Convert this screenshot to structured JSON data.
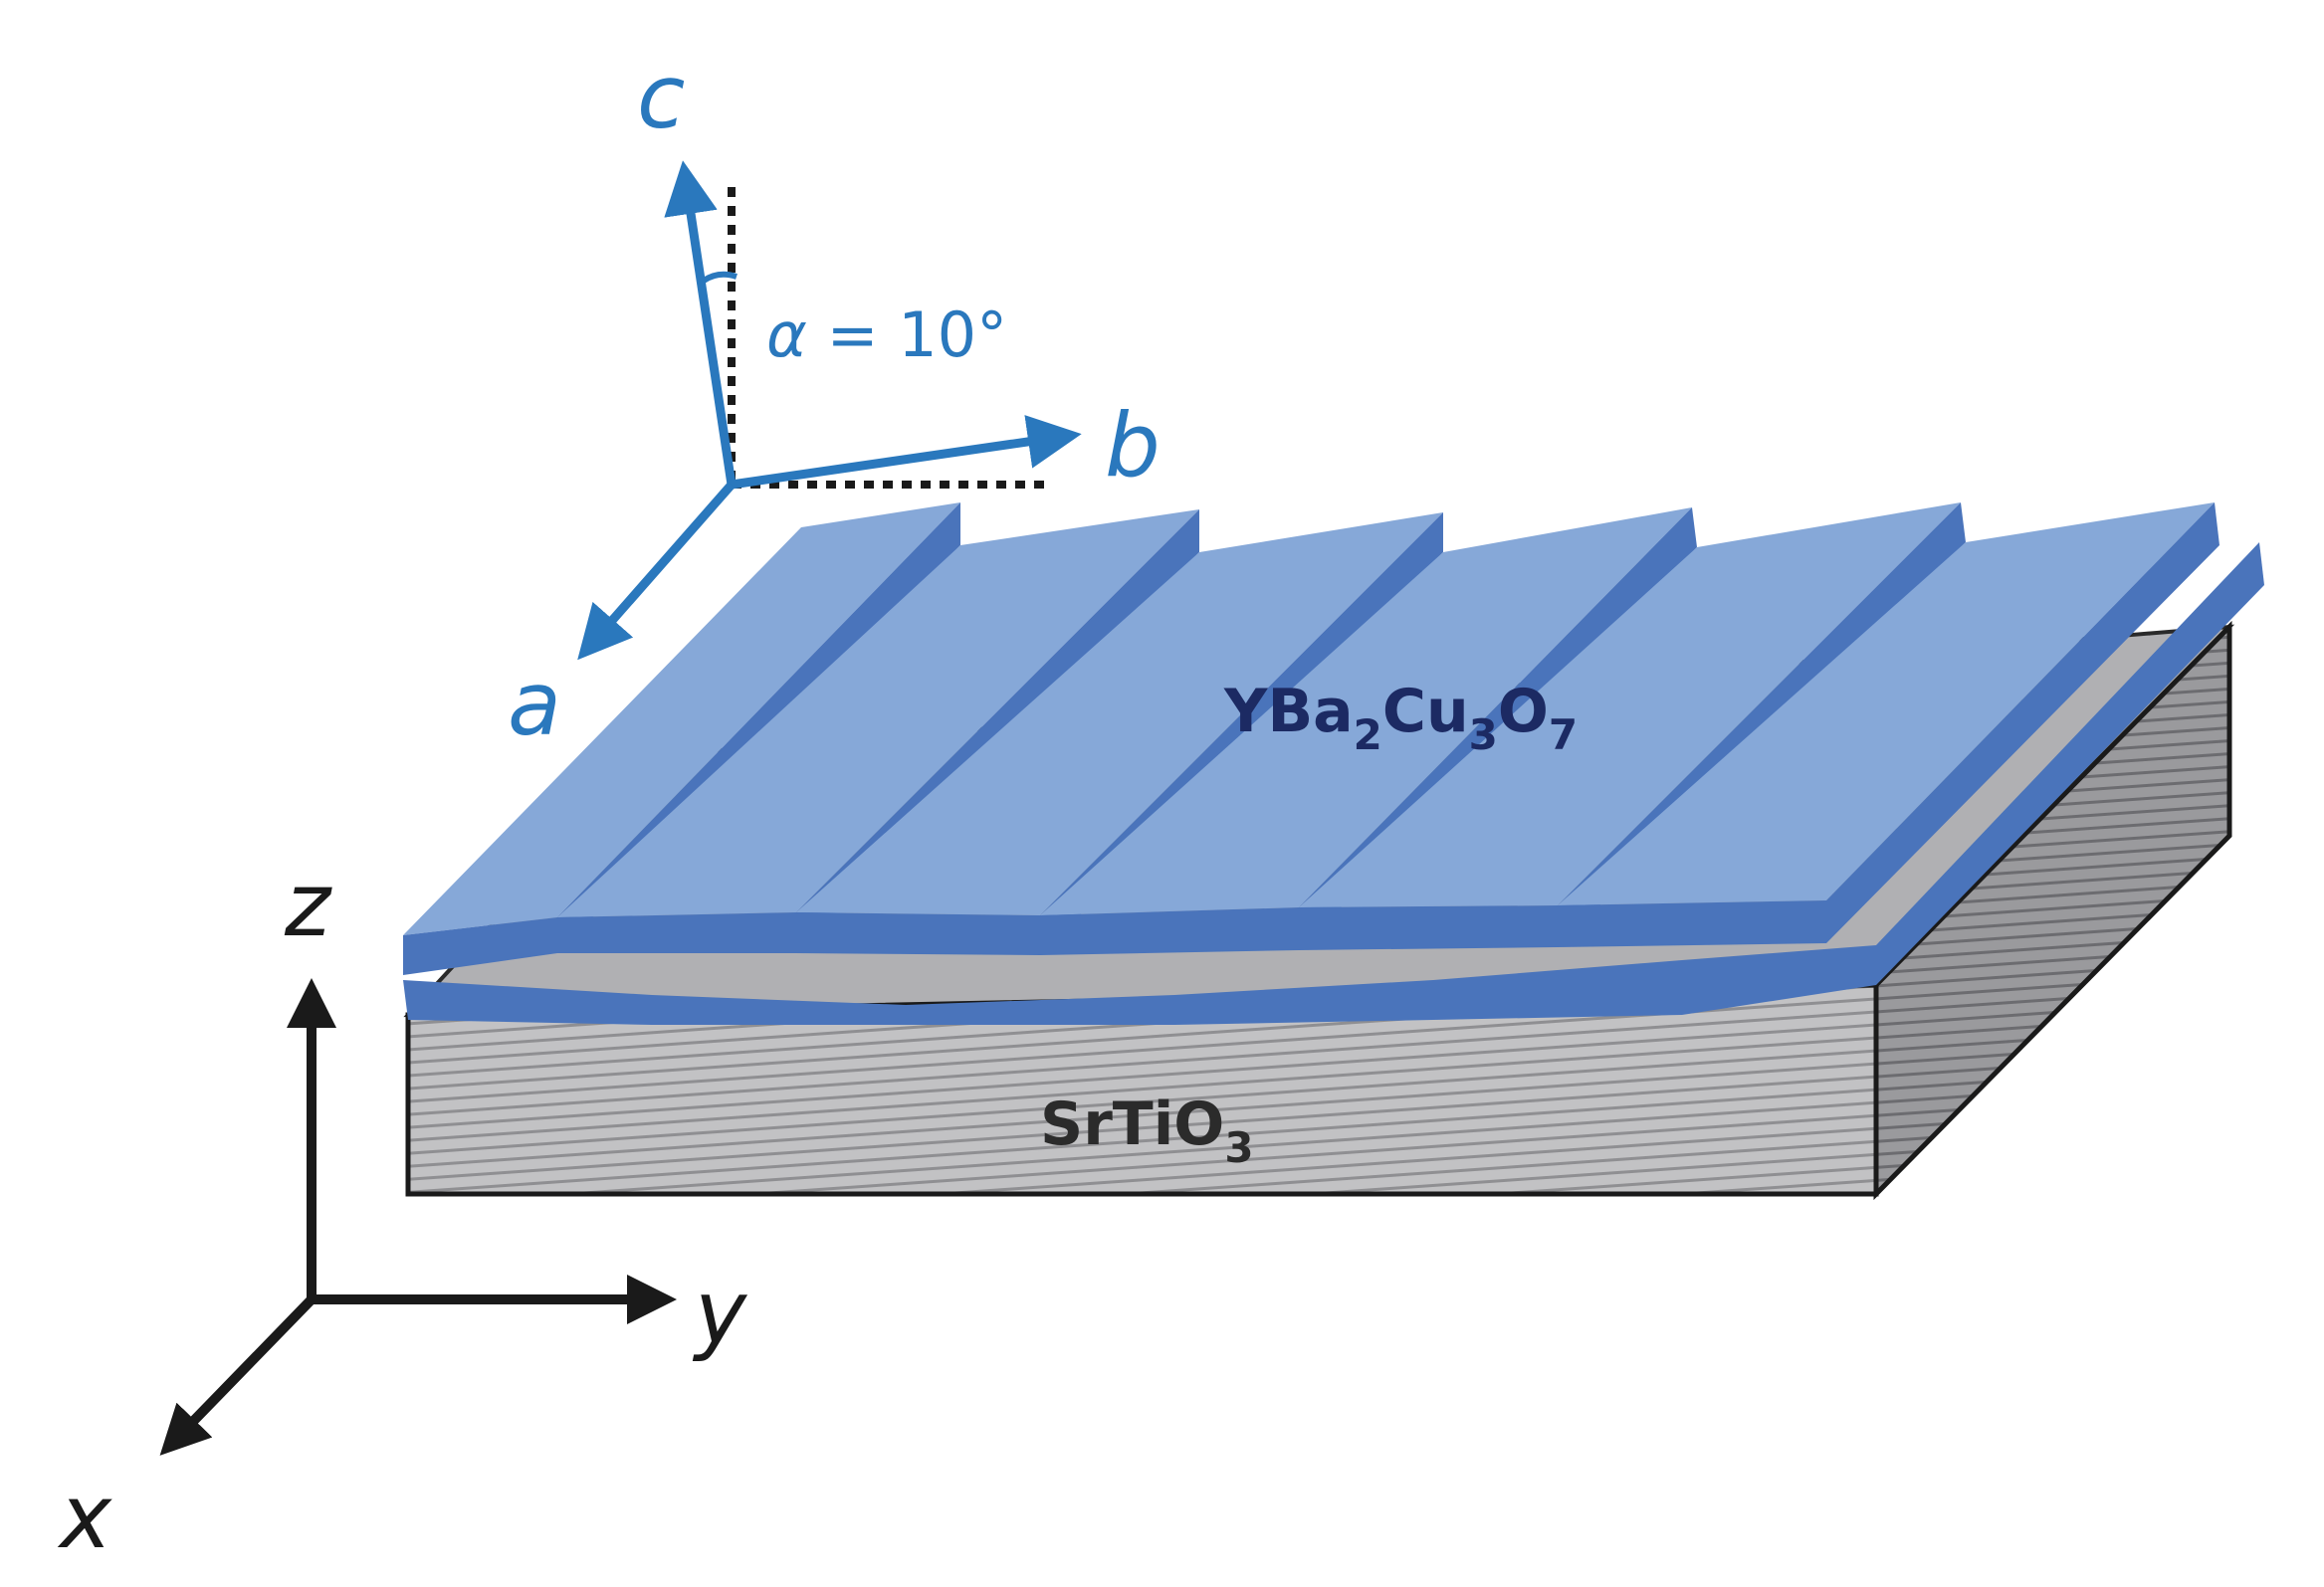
{
  "colors": {
    "crystal_axis": "#2a78bd",
    "lab_axis": "#1a1a1a",
    "film_top": "#86a8d8",
    "film_side": "#4a74bb",
    "film_label": "#1c2a63",
    "substrate_face": "#b9b9bb",
    "substrate_side": "#8a8a8c",
    "substrate_label": "#2b2b2b"
  },
  "icons": {
    "arrowhead": "triangle-arrowhead"
  },
  "labels": {
    "crystal_axes": {
      "c": "c",
      "b": "b",
      "a": "a",
      "angle_symbol": "α",
      "angle_text": " = 10°"
    },
    "lab_axes": {
      "z": "z",
      "y": "y",
      "x": "x"
    },
    "film": {
      "base": "YBa",
      "sub1": "2",
      "mid1": "Cu",
      "sub2": "3",
      "mid2": "O",
      "sub3": "7"
    },
    "substrate": {
      "base": "SrTiO",
      "sub1": "3"
    }
  }
}
